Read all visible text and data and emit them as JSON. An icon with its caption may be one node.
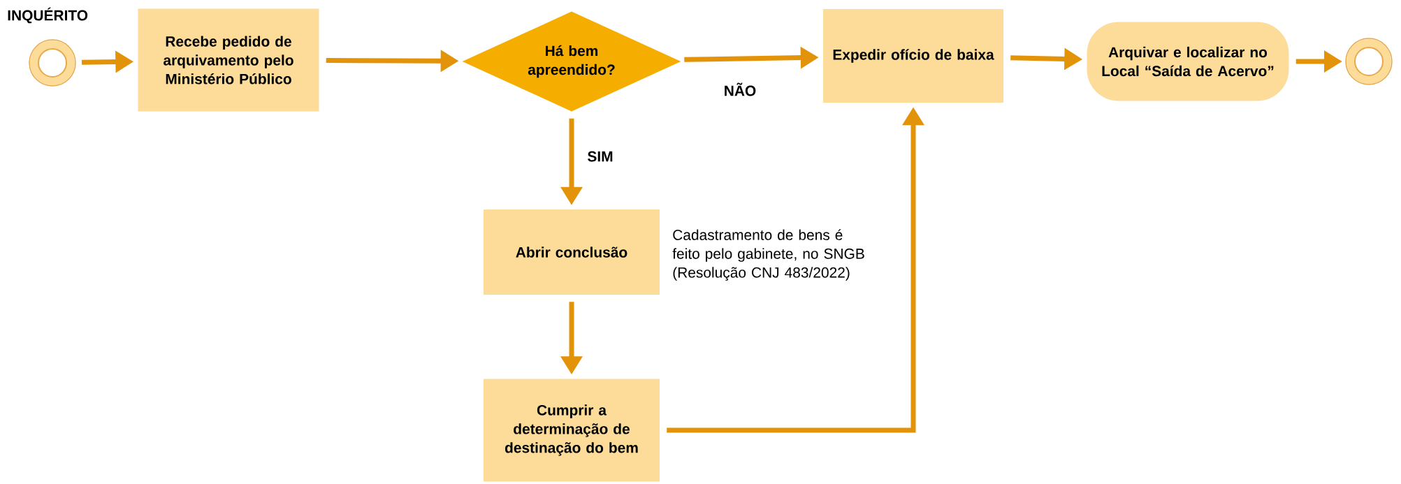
{
  "diagram": {
    "nodes": [
      {
        "text": [],
        "shape": "circle",
        "beside": [
          "INQUÉRITO"
        ]
      },
      {
        "text": [
          "Recebe pedido de arquivamento pelo Ministério Público"
        ]
      },
      {
        "text": [
          "Há bem apreendido?"
        ]
      },
      {
        "text": [
          "Expedir ofício de baixa"
        ]
      },
      {
        "text": [
          "Arquivar e localizar no Local “Saída de Acervo”"
        ]
      },
      {
        "text": [],
        "shape": "circle"
      },
      {
        "text": [
          "Abrir conclusão"
        ],
        "beside": [
          "Cadastramento de bens é feito pelo gabinete, no SNGB (Resolução CNJ 483/2022)"
        ]
      },
      {
        "text": [
          "Cumprir a determinação de destinação do bem"
        ]
      }
    ],
    "edges": [
      {
        "from": 0,
        "to": 1,
        "arrow": "to"
      },
      {
        "from": 1,
        "to": 2,
        "arrow": "to"
      },
      {
        "from": 2,
        "to": 3,
        "arrow": "to",
        "label": "NÃO"
      },
      {
        "from": 3,
        "to": 4,
        "arrow": "to"
      },
      {
        "from": 4,
        "to": 5,
        "arrow": "to"
      },
      {
        "from": 2,
        "to": 6,
        "arrow": "to",
        "label": "SIM"
      },
      {
        "from": 6,
        "to": 7,
        "arrow": "to"
      },
      {
        "from": 7,
        "to": 3,
        "arrow": "to"
      }
    ]
  }
}
